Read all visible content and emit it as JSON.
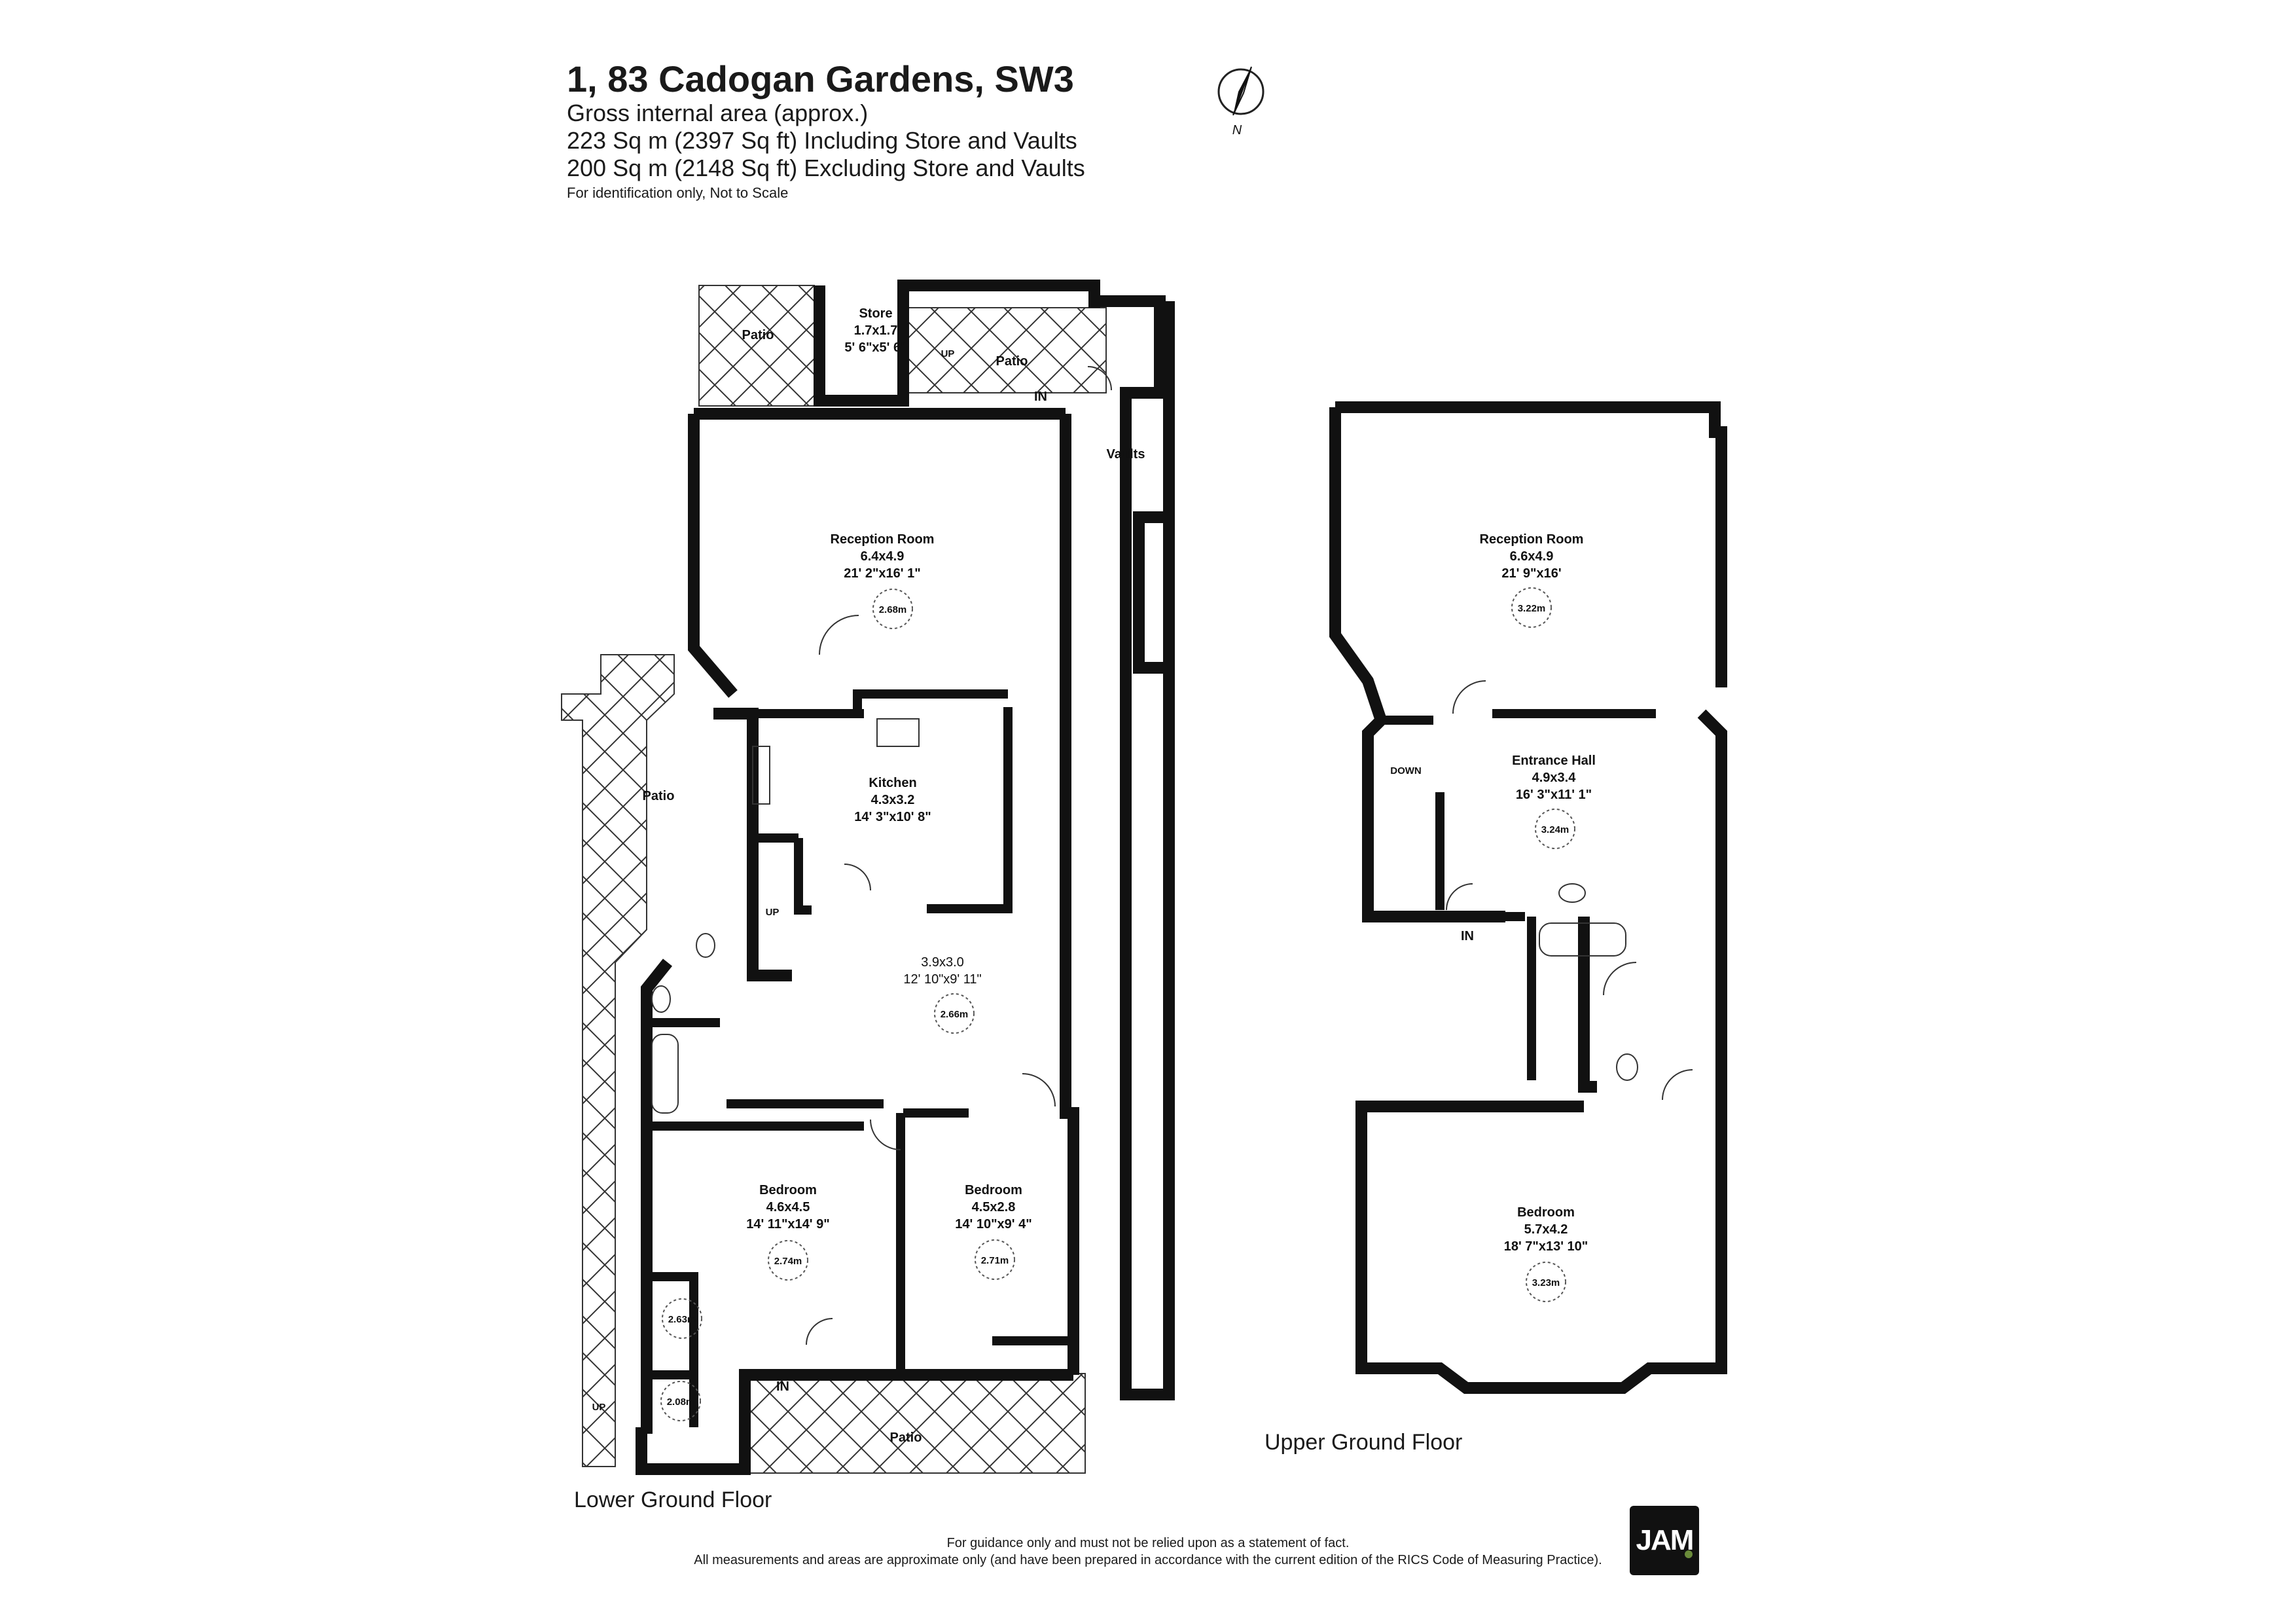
{
  "header": {
    "title": "1, 83 Cadogan Gardens, SW3",
    "line1": "Gross internal area (approx.)",
    "line2": "223 Sq m (2397 Sq ft) Including Store and Vaults",
    "line3": "200 Sq m (2148 Sq ft) Excluding Store and Vaults",
    "note": "For identification only, Not to Scale"
  },
  "compass": {
    "north_label": "N"
  },
  "floors": {
    "lower": {
      "label": "Lower Ground Floor",
      "rooms": {
        "store": {
          "name": "Store",
          "metric": "1.7x1.7",
          "imperial": "5' 6\"x5' 6\""
        },
        "reception": {
          "name": "Reception Room",
          "metric": "6.4x4.9",
          "imperial": "21' 2\"x16' 1\"",
          "height": "2.68m"
        },
        "kitchen": {
          "name": "Kitchen",
          "metric": "4.3x3.2",
          "imperial": "14' 3\"x10' 8\""
        },
        "hall": {
          "metric": "3.9x3.0",
          "imperial": "12' 10\"x9' 11\"",
          "height": "2.66m"
        },
        "bedroom1": {
          "name": "Bedroom",
          "metric": "4.6x4.5",
          "imperial": "14' 11\"x14' 9\"",
          "height": "2.74m"
        },
        "bedroom2": {
          "name": "Bedroom",
          "metric": "4.5x2.8",
          "imperial": "14' 10\"x9' 4\"",
          "height": "2.71m"
        }
      },
      "vaults": "Vaults",
      "patio": "Patio",
      "up": "UP",
      "in": "IN",
      "height_small_1": "2.63m",
      "height_small_2": "2.08m"
    },
    "upper": {
      "label": "Upper Ground Floor",
      "rooms": {
        "reception": {
          "name": "Reception Room",
          "metric": "6.6x4.9",
          "imperial": "21' 9\"x16'",
          "height": "3.22m"
        },
        "entrance": {
          "name": "Entrance Hall",
          "metric": "4.9x3.4",
          "imperial": "16' 3\"x11' 1\"",
          "height": "3.24m"
        },
        "bedroom": {
          "name": "Bedroom",
          "metric": "5.7x4.2",
          "imperial": "18' 7\"x13' 10\"",
          "height": "3.23m"
        }
      },
      "down": "DOWN",
      "in": "IN"
    }
  },
  "disclaimer": {
    "line1": "For guidance only and must not be relied upon as a statement of fact.",
    "line2": "All measurements and areas are approximate only (and have been prepared in accordance with the current edition of the RICS Code of Measuring Practice)."
  },
  "logo": {
    "text": "JAM"
  }
}
